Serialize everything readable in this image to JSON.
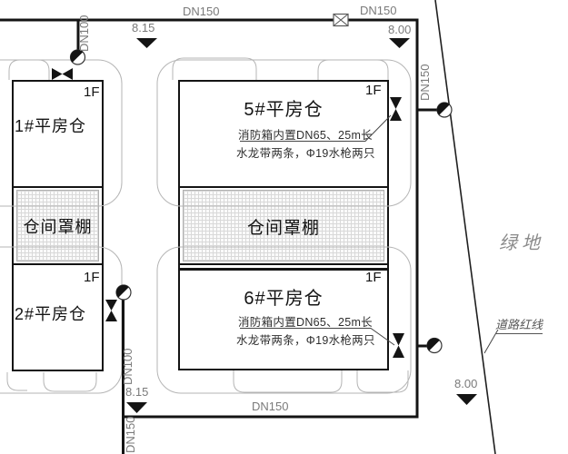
{
  "colors": {
    "line": "#141414",
    "dim_text": "#7a7a7a",
    "road_outline": "#b5b5b5",
    "hatch_line": "#d9d9d9"
  },
  "pipe_labels": {
    "top_main": "DN150",
    "top_right": "DN150",
    "right_riser": "DN150",
    "bottom_main": "DN150",
    "south_riser": "DN150",
    "north_branch": "DN100",
    "west_branch": "DN100"
  },
  "elevation_markers": {
    "top_left": "8.15",
    "top_right": "8.00",
    "bottom_left": "8.15",
    "bottom_right": "8.00"
  },
  "buildings": {
    "b1": {
      "name": "1#平房仓",
      "floor": "1F"
    },
    "b2": {
      "name": "2#平房仓",
      "floor": "1F"
    },
    "b5": {
      "name": "5#平房仓",
      "floor": "1F",
      "note1": "消防箱内置DN65、25m长",
      "note2": "水龙带两条，Φ19水枪两只"
    },
    "b6": {
      "name": "6#平房仓",
      "floor": "1F",
      "note1": "消防箱内置DN65、25m长",
      "note2": "水龙带两条，Φ19水枪两只"
    }
  },
  "canopies": {
    "west": "仓间罩棚",
    "center": "仓间罩棚"
  },
  "site": {
    "green_space": "绿地",
    "road_red_line": "道路红线"
  },
  "symbols": {
    "gate_valve_icon": "box-with-x",
    "shutoff_valve_icon": "black-bowtie",
    "fire_hydrant_icon": "half-filled-circle",
    "elevation_icon": "solid-down-triangle"
  }
}
